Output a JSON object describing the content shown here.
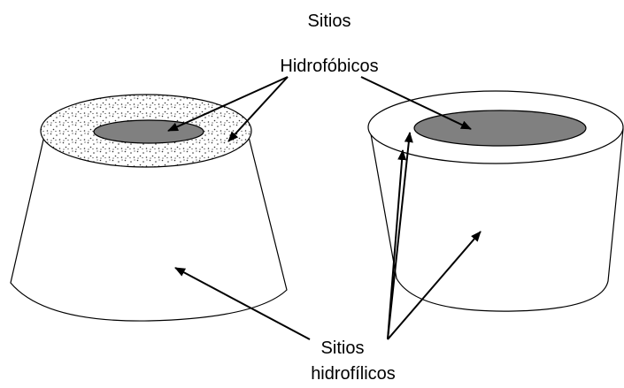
{
  "labels": {
    "hydrophobic_line1": "Sitios",
    "hydrophobic_line2": "Hidrofóbicos",
    "hydrophilic_line1": "Sitios",
    "hydrophilic_line2": "hidrofílicos"
  },
  "colors": {
    "outline": "#000000",
    "cavity": "#808080",
    "surface": "#ffffff",
    "speckle": "#333333"
  }
}
